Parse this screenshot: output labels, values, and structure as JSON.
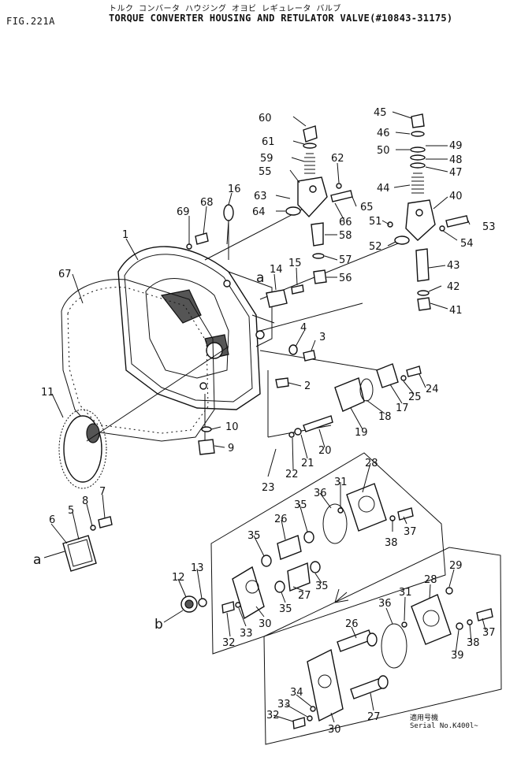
{
  "header": {
    "fig_id": "FIG.221A",
    "title_jp": "トルク コンバータ ハウジング オヨビ レギュレータ バルブ",
    "title": "TORQUE CONVERTER HOUSING AND RETULATOR VALVE(#10843-31175)"
  },
  "serial": {
    "line1": "適用号機",
    "line2": "Serial No.K400l~"
  },
  "callouts": [
    "1",
    "2",
    "3",
    "4",
    "5",
    "6",
    "7",
    "8",
    "9",
    "10",
    "11",
    "12",
    "13",
    "14",
    "15",
    "16",
    "17",
    "18",
    "19",
    "20",
    "21",
    "22",
    "23",
    "24",
    "25",
    "26",
    "27",
    "28",
    "29",
    "30",
    "31",
    "32",
    "33",
    "34",
    "35",
    "36",
    "37",
    "38",
    "39",
    "40",
    "41",
    "42",
    "43",
    "44",
    "45",
    "46",
    "47",
    "48",
    "49",
    "50",
    "51",
    "52",
    "53",
    "54",
    "55",
    "56",
    "57",
    "58",
    "59",
    "60",
    "61",
    "62",
    "63",
    "64",
    "65",
    "66",
    "67",
    "68",
    "69"
  ],
  "ref_letters": [
    "a",
    "b"
  ]
}
